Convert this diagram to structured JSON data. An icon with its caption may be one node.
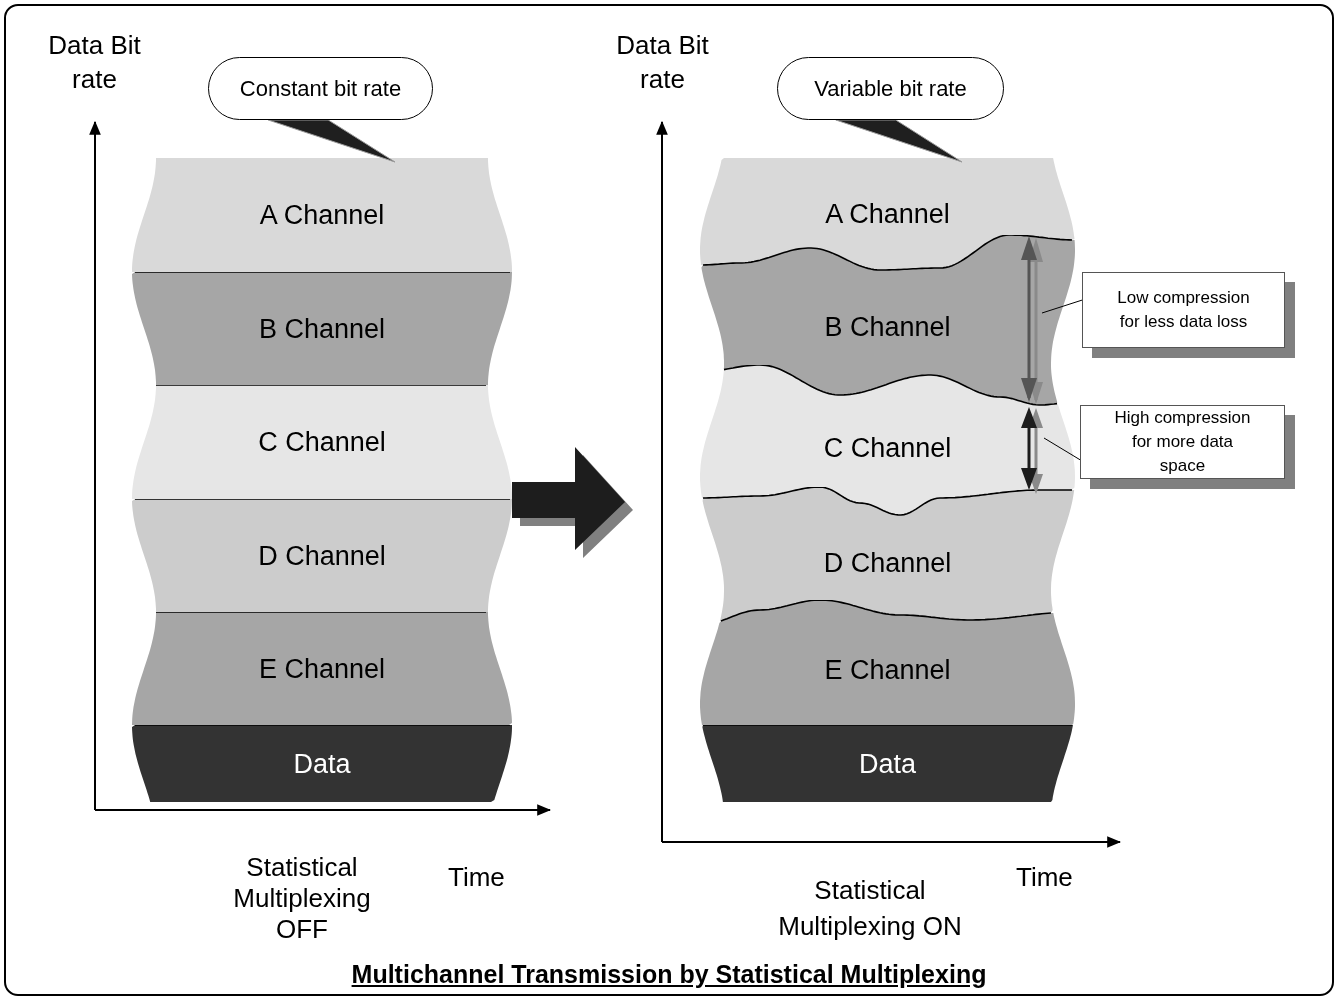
{
  "diagram": {
    "title": "Multichannel Transmission by Statistical Multiplexing",
    "nodes": [
      {
        "text": [
          "Constant bit rate"
        ]
      },
      {
        "text": [
          "A Channel"
        ]
      },
      {
        "text": [
          "B Channel"
        ]
      },
      {
        "text": [
          "C Channel"
        ]
      },
      {
        "text": [
          "D Channel"
        ]
      },
      {
        "text": [
          "E Channel"
        ]
      },
      {
        "text": [
          "Data"
        ]
      },
      {
        "text": [
          "Variable bit rate"
        ]
      },
      {
        "text": [
          "A Channel"
        ]
      },
      {
        "text": [
          "B Channel"
        ]
      },
      {
        "text": [
          "C Channel"
        ]
      },
      {
        "text": [
          "D Channel"
        ]
      },
      {
        "text": [
          "E Channel"
        ]
      },
      {
        "text": [
          "Data"
        ]
      },
      {
        "text": [
          "Low compression for less data loss"
        ]
      },
      {
        "text": [
          "High compression for more data space"
        ]
      }
    ],
    "edges": [
      {
        "from": 0,
        "to": 1,
        "arrow": "none"
      },
      {
        "from": 7,
        "to": 8,
        "arrow": "none"
      },
      {
        "from": 14,
        "to": 9,
        "arrow": "none"
      },
      {
        "from": 15,
        "to": 10,
        "arrow": "none"
      }
    ],
    "labels": [
      "Data Bit rate",
      "Time",
      "Statistical Multiplexing OFF",
      "Data Bit rate",
      "Time",
      "Statistical Multiplexing ON"
    ]
  }
}
